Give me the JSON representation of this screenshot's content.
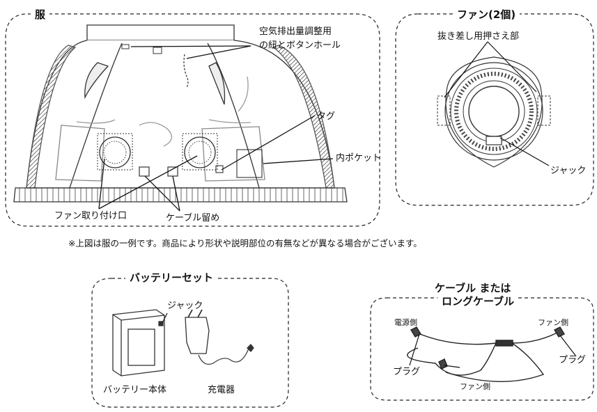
{
  "clothes": {
    "title": "服",
    "label_air_adjust_line1": "空気排出量調整用",
    "label_air_adjust_line2": "の紐とボタンホール",
    "label_tag": "タグ",
    "label_inner_pocket": "内ポケット",
    "label_fan_mount": "ファン取り付け口",
    "label_cable_clip": "ケーブル留め"
  },
  "fan": {
    "title": "ファン(2個)",
    "label_holder": "抜き差し用押さえ部",
    "label_jack": "ジャック"
  },
  "note": "※上図は服の一例です。商品により形状や説明部位の有無などが異なる場合がございます。",
  "battery": {
    "title": "バッテリーセット",
    "label_jack": "ジャック",
    "label_body": "バッテリー本体",
    "label_charger": "充電器"
  },
  "cable": {
    "title_line1": "ケーブル または",
    "title_line2": "ロングケーブル",
    "label_power_side": "電源側",
    "label_fan_side_right": "ファン側",
    "label_fan_side_bottom": "ファン側",
    "label_plug_left": "プラグ",
    "label_plug_right": "プラグ"
  }
}
